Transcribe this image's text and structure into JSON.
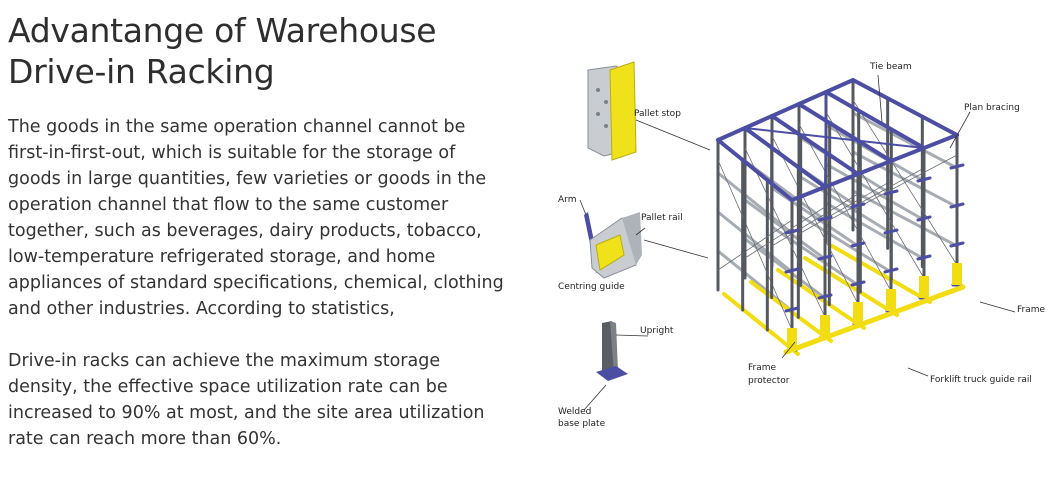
{
  "heading": {
    "line1": "Advantange of Warehouse",
    "line2": "Drive-in Racking"
  },
  "paragraphs": [
    [
      "The goods in the same operation channel cannot be",
      "first-in-first-out, which is suitable for the storage of",
      "goods in large quantities, few varieties or goods in the",
      "operation channel that flow to the same customer",
      "together, such as beverages, dairy products, tobacco,",
      "low-temperature refrigerated storage, and home",
      "appliances of standard specifications, chemical, clothing",
      "and other industries. According to statistics,"
    ],
    [
      "Drive-in racks can achieve the maximum storage",
      "density, the effective space utilization rate can be",
      "increased to 90% at most, and the site area utilization",
      "rate can reach more than 60%."
    ]
  ],
  "diagram": {
    "labels": {
      "tie_beam": "Tie beam",
      "plan_bracing": "Plan bracing",
      "pallet_stop": "Pallet stop",
      "arm": "Arm",
      "pallet_rail": "Pallet rail",
      "centring_guide": "Centring guide",
      "upright": "Upright",
      "frame": "Frame",
      "frame_protector": [
        "Frame",
        "protector"
      ],
      "forklift_guide_rail": "Forklift truck guide rail",
      "welded_base_plate": [
        "Welded",
        "base plate"
      ]
    },
    "colors": {
      "upright": "#55595f",
      "beam": "#4b4ea3",
      "rail": "#a7acb3",
      "guide": "#f2dd12",
      "stop": "#efe31a"
    }
  }
}
